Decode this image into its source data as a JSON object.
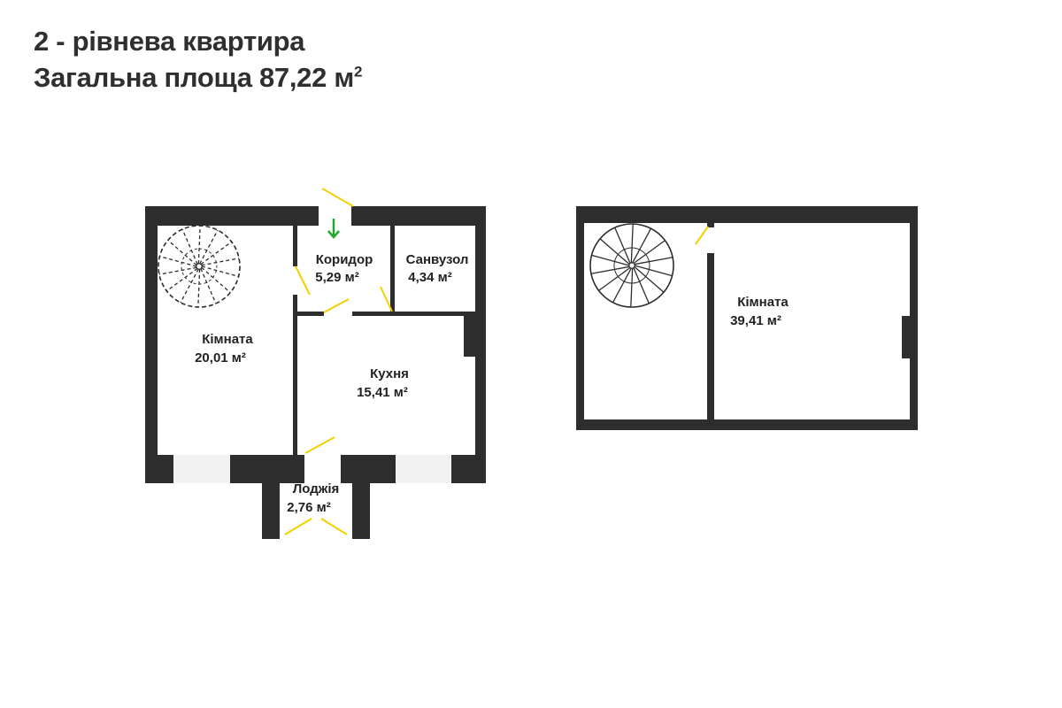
{
  "title": {
    "line1": "2 - рівнева квартира",
    "line2_text": "Загальна площа 87,22 м",
    "line2_sup": "2"
  },
  "unit": "м²",
  "floor1": {
    "rooms": [
      {
        "id": "room1",
        "name": "Кімната",
        "area": "20,01"
      },
      {
        "id": "corridor",
        "name": "Коридор",
        "area": "5,29"
      },
      {
        "id": "bathroom",
        "name": "Санвузол",
        "area": "4,34"
      },
      {
        "id": "kitchen",
        "name": "Кухня",
        "area": "15,41"
      },
      {
        "id": "loggia",
        "name": "Лоджія",
        "area": "2,76"
      }
    ],
    "entrance_arrow": "arrow-down-icon",
    "entrance_color": "#1faa2e"
  },
  "floor2": {
    "rooms": [
      {
        "id": "room2",
        "name": "Кімната",
        "area": "39,41"
      }
    ]
  },
  "colors": {
    "wall": "#2d2d2d",
    "door": "#f5d000",
    "window": "#f2f2f2"
  }
}
